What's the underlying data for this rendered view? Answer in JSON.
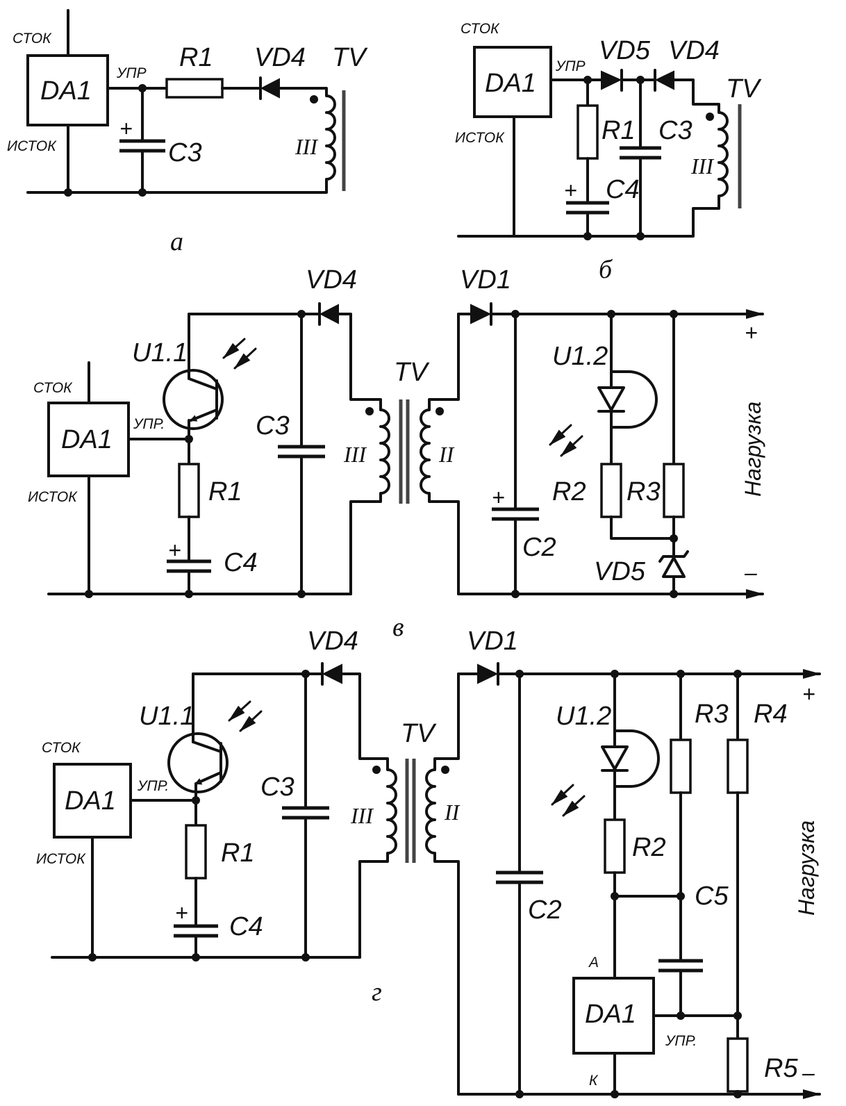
{
  "labels": {
    "a": {
      "stok": "СТОК",
      "da1": "DA1",
      "upr": "УПР",
      "istok": "ИСТОК",
      "r1": "R1",
      "vd4": "VD4",
      "tv": "TV",
      "c3": "C3",
      "w3": "III",
      "plus": "+",
      "caption": "а"
    },
    "b": {
      "stok": "СТОК",
      "da1": "DA1",
      "upr": "УПР",
      "istok": "ИСТОК",
      "vd5": "VD5",
      "vd4": "VD4",
      "tv": "TV",
      "r1": "R1",
      "c3": "C3",
      "c4": "C4",
      "w3": "III",
      "plus": "+",
      "caption": "б"
    },
    "v": {
      "vd4": "VD4",
      "vd1": "VD1",
      "u11": "U1.1",
      "u12": "U1.2",
      "tv": "TV",
      "stok": "СТОК",
      "da1": "DA1",
      "upr": "УПР.",
      "istok": "ИСТОК",
      "r1": "R1",
      "c3": "C3",
      "c4": "C4",
      "c2": "C2",
      "r2": "R2",
      "r3": "R3",
      "vd5": "VD5",
      "w3": "III",
      "w2": "II",
      "load": "Нагрузка",
      "plus": "+",
      "minus": "–",
      "cplus": "+",
      "cplus2": "+",
      "caption": "в"
    },
    "g": {
      "vd4": "VD4",
      "vd1": "VD1",
      "u11": "U1.1",
      "u12": "U1.2",
      "tv": "TV",
      "stok": "СТОК",
      "da1": "DA1",
      "upr": "УПР.",
      "istok": "ИСТОК",
      "r1": "R1",
      "c3": "C3",
      "c4": "C4",
      "c2": "C2",
      "r2": "R2",
      "r3": "R3",
      "r4": "R4",
      "c5": "C5",
      "r5": "R5",
      "a_pin": "А",
      "k_pin": "К",
      "da1b": "DA1",
      "uprb": "УПР.",
      "w3": "III",
      "w2": "II",
      "load": "Нагрузка",
      "plus": "+",
      "minus": "–",
      "cplus": "+",
      "caption": "г"
    }
  }
}
